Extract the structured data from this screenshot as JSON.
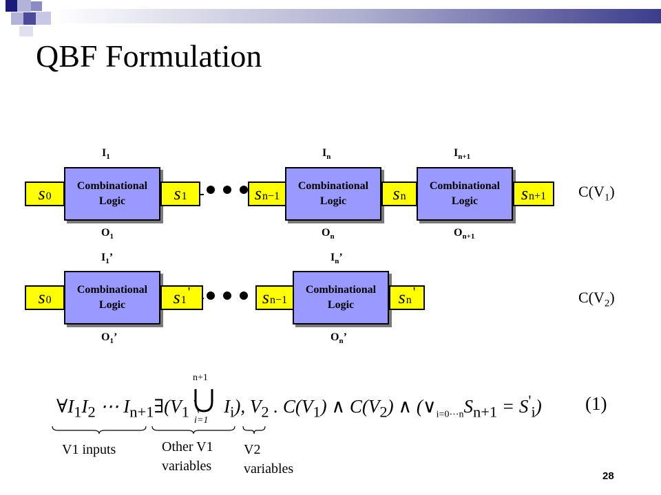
{
  "title": "QBF Formulation",
  "logic_label_line1": "Combinational",
  "logic_label_line2": "Logic",
  "row1": {
    "states": {
      "s0": "0",
      "s1": "1",
      "sn_minus_1": "n−1",
      "sn": "n",
      "sn_plus_1": "n+1"
    },
    "inputs": {
      "i1": "1",
      "in": "n",
      "in_plus_1": "n+1"
    },
    "outputs": {
      "o1": "1",
      "on": "n",
      "on_plus_1": "n+1"
    },
    "constraint_sub": "1"
  },
  "row2": {
    "states": {
      "s0": "0",
      "s1": "1",
      "sn_minus_1": "n−1",
      "sn": "n"
    },
    "inputs": {
      "i1": "1",
      "in": "n"
    },
    "outputs": {
      "o1": "1",
      "on": "n"
    },
    "constraint_sub": "2"
  },
  "letters": {
    "s": "s",
    "I": "I",
    "O": "O",
    "C": "C(V",
    "close": ")",
    "prime": "’",
    "tick": "'"
  },
  "formula": {
    "part1": "∀I",
    "sub1": "1",
    "part2": "I",
    "sub2": "2",
    "part3": " ⋯ I",
    "sub3": "n+1",
    "part4": "∃(V",
    "sub4": "1",
    "part5": " \\",
    "union_top": "n+1",
    "union_bottom": "i=1",
    "part6": "I",
    "sub6": "i",
    "part7": "), V",
    "sub7": "2",
    "part8": " . C(V",
    "sub8": "1",
    "part9": ") ∧ C(V",
    "sub9": "2",
    "part10": ") ∧ (∨",
    "sub10": "i=0⋯n",
    "part11": "S",
    "sub11": "n+1",
    "part12": " = S",
    "sup12": "'",
    "sub12": "i",
    "part13": ")",
    "number": "(1)"
  },
  "annotations": {
    "v1_inputs": "V1 inputs",
    "other_v1_line1": "Other V1",
    "other_v1_line2": "variables",
    "v2_line1": "V2",
    "v2_line2": "variables"
  },
  "page_number": "28",
  "colors": {
    "logic_fill": "#9999ff",
    "state_fill": "#ffff00",
    "decor_dark": "#1a1a7a",
    "decor_light": "#b3b3d9"
  }
}
